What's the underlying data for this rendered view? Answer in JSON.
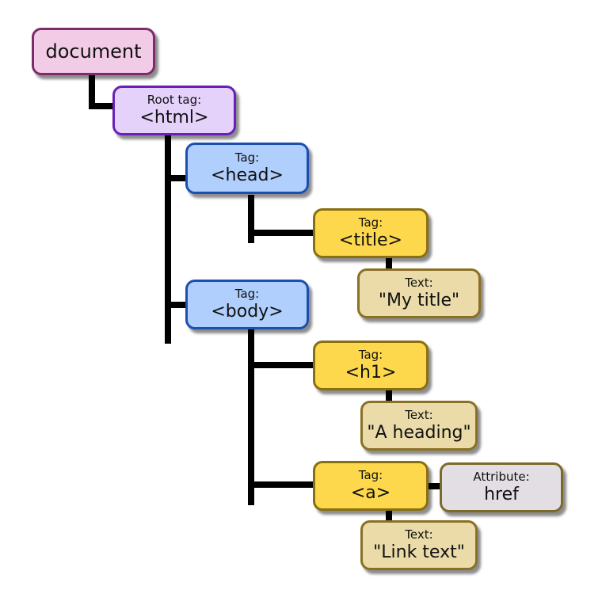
{
  "diagram": {
    "nodes": {
      "document": {
        "value": "document"
      },
      "html": {
        "kind": "Root tag:",
        "value": "<html>"
      },
      "head": {
        "kind": "Tag:",
        "value": "<head>"
      },
      "title": {
        "kind": "Tag:",
        "value": "<title>"
      },
      "title_text": {
        "kind": "Text:",
        "value": "\"My title\""
      },
      "body": {
        "kind": "Tag:",
        "value": "<body>"
      },
      "h1": {
        "kind": "Tag:",
        "value": "<h1>"
      },
      "h1_text": {
        "kind": "Text:",
        "value": "\"A heading\""
      },
      "a": {
        "kind": "Tag:",
        "value": "<a>"
      },
      "a_attr": {
        "kind": "Attribute:",
        "value": "href"
      },
      "a_text": {
        "kind": "Text:",
        "value": "\"Link text\""
      }
    },
    "edges": [
      [
        "document",
        "html"
      ],
      [
        "html",
        "head"
      ],
      [
        "html",
        "body"
      ],
      [
        "head",
        "title"
      ],
      [
        "title",
        "title_text"
      ],
      [
        "body",
        "h1"
      ],
      [
        "h1",
        "h1_text"
      ],
      [
        "body",
        "a"
      ],
      [
        "a",
        "a_attr"
      ],
      [
        "a",
        "a_text"
      ]
    ],
    "colors": {
      "document": "#f2cbe6",
      "root_tag": "#e4d2fb",
      "tag_blue": "#b0cffd",
      "tag_yellow": "#fdd84d",
      "text": "#eadba8",
      "attribute": "#e3dde4",
      "connector": "#000000"
    }
  }
}
